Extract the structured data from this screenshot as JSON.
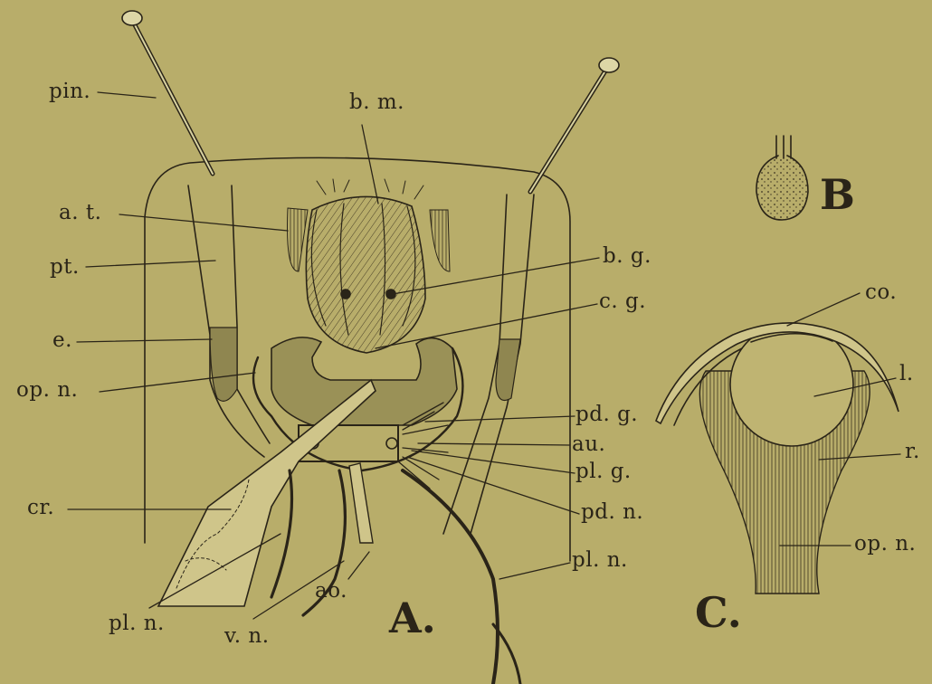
{
  "figure": {
    "panels": {
      "a": "A.",
      "b": "B",
      "c": "C."
    },
    "labels": {
      "pin": "pin.",
      "bm": "b. m.",
      "at": "a. t.",
      "pt": "pt.",
      "bg": "b. g.",
      "cg": "c. g.",
      "e": "e.",
      "opn_a": "op. n.",
      "pdg": "pd. g.",
      "au": "au.",
      "plg": "pl. g.",
      "pdn": "pd. n.",
      "cr": "cr.",
      "pln_right": "pl. n.",
      "pln_left": "pl. n.",
      "vn": "v. n.",
      "ao": "ao.",
      "co": "co.",
      "l": "l.",
      "r": "r.",
      "opn_c": "op. n."
    },
    "colors": {
      "paper": "#b8ad6a",
      "ink": "#2a2418",
      "tissue": "#8f8650"
    }
  }
}
